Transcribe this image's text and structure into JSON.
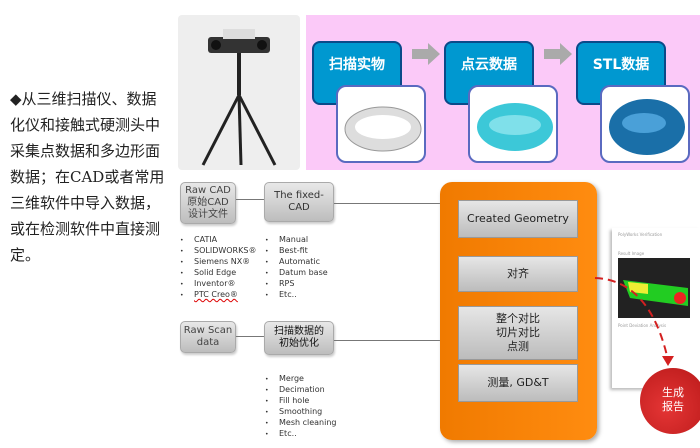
{
  "description": {
    "text": "◆从三维扫描仪、数据化仪和接触式硬测头中采集点数据和多边形面数据；在CAD或者常用三维软件中导入数据，或在检测软件中直接测定。"
  },
  "stages": [
    {
      "label": "扫描实物"
    },
    {
      "label": "点云数据"
    },
    {
      "label": "STL数据"
    }
  ],
  "cad_flow": {
    "source": "Raw CAD\n原始CAD\n设计文件",
    "fixed": "The fixed-\nCAD",
    "software": [
      "CATIA",
      "SOLIDWORKS®",
      "Siemens NX®",
      "Solid Edge",
      "Inventor®",
      "PTC Creo®"
    ],
    "methods": [
      "Manual",
      "Best-fit",
      "Automatic",
      "Datum base",
      "RPS",
      "Etc.."
    ]
  },
  "scan_flow": {
    "source": "Raw Scan\ndata",
    "optimize": "扫描数据的\n初始优化",
    "steps": [
      "Merge",
      "Decimation",
      "Fill hole",
      "Smoothing",
      "Mesh cleaning",
      "Etc.."
    ]
  },
  "process": [
    "Created Geometry",
    "对齐",
    "整个对比\n切片对比\n点测",
    "测量, GD&T"
  ],
  "report": {
    "title": "PolyWorks Verification",
    "section1": "Result Image",
    "section2": "Point Deviation Analysis"
  },
  "generate": "生成\n报告",
  "colors": {
    "stage": "#0098d0",
    "pink": "#fbc9f8",
    "orange": "#f07a00",
    "red": "#d42020"
  }
}
